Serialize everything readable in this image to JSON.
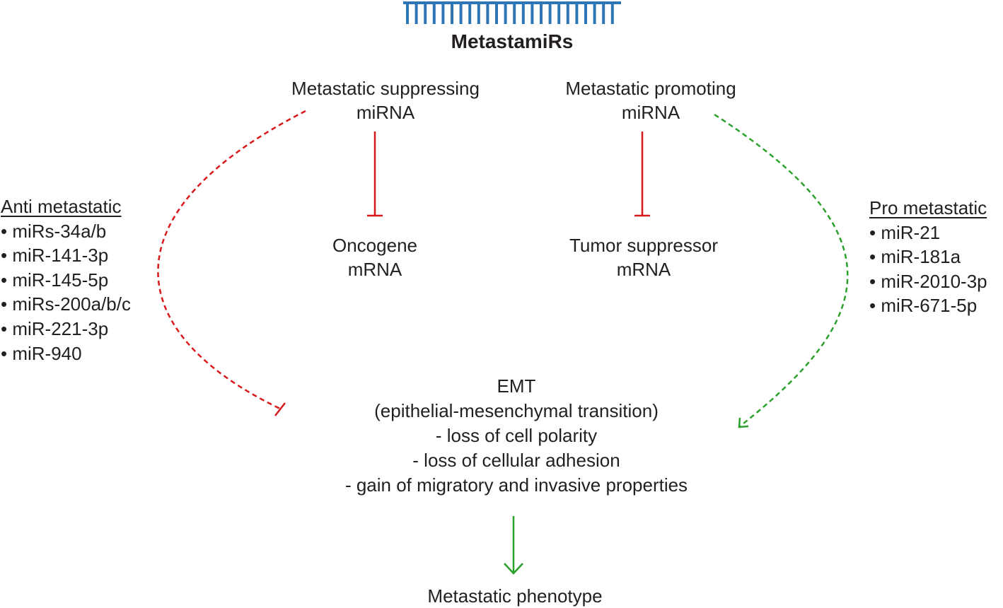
{
  "header": {
    "title": "MetastamiRs",
    "mirna_icon": "mirna-strand-icon",
    "icon_color": "#2e75b6"
  },
  "suppressing": {
    "line1": "Metastatic suppressing",
    "line2": "miRNA",
    "target_line1": "Oncogene",
    "target_line2": "mRNA"
  },
  "promoting": {
    "line1": "Metastatic promoting",
    "line2": "miRNA",
    "target_line1": "Tumor suppressor",
    "target_line2": "mRNA"
  },
  "anti_metastatic": {
    "heading": "Anti metastatic",
    "items": [
      "miRs-34a/b",
      "miR-141-3p",
      "miR-145-5p",
      "miRs-200a/b/c",
      "miR-221-3p",
      "miR-940"
    ]
  },
  "pro_metastatic": {
    "heading": "Pro metastatic",
    "items": [
      "miR-21",
      "miR-181a",
      "miR-2010-3p",
      "miR-671-5p"
    ]
  },
  "emt": {
    "title": "EMT",
    "subtitle": "(epithelial-mesenchymal transition)",
    "points": [
      "- loss of cell polarity",
      "- loss of cellular adhesion",
      "- gain of migratory and invasive properties"
    ]
  },
  "outcome": {
    "label": "Metastatic phenotype"
  },
  "colors": {
    "inhibition": "#d7191c",
    "activation": "#2ca02c",
    "text": "#231f20"
  }
}
